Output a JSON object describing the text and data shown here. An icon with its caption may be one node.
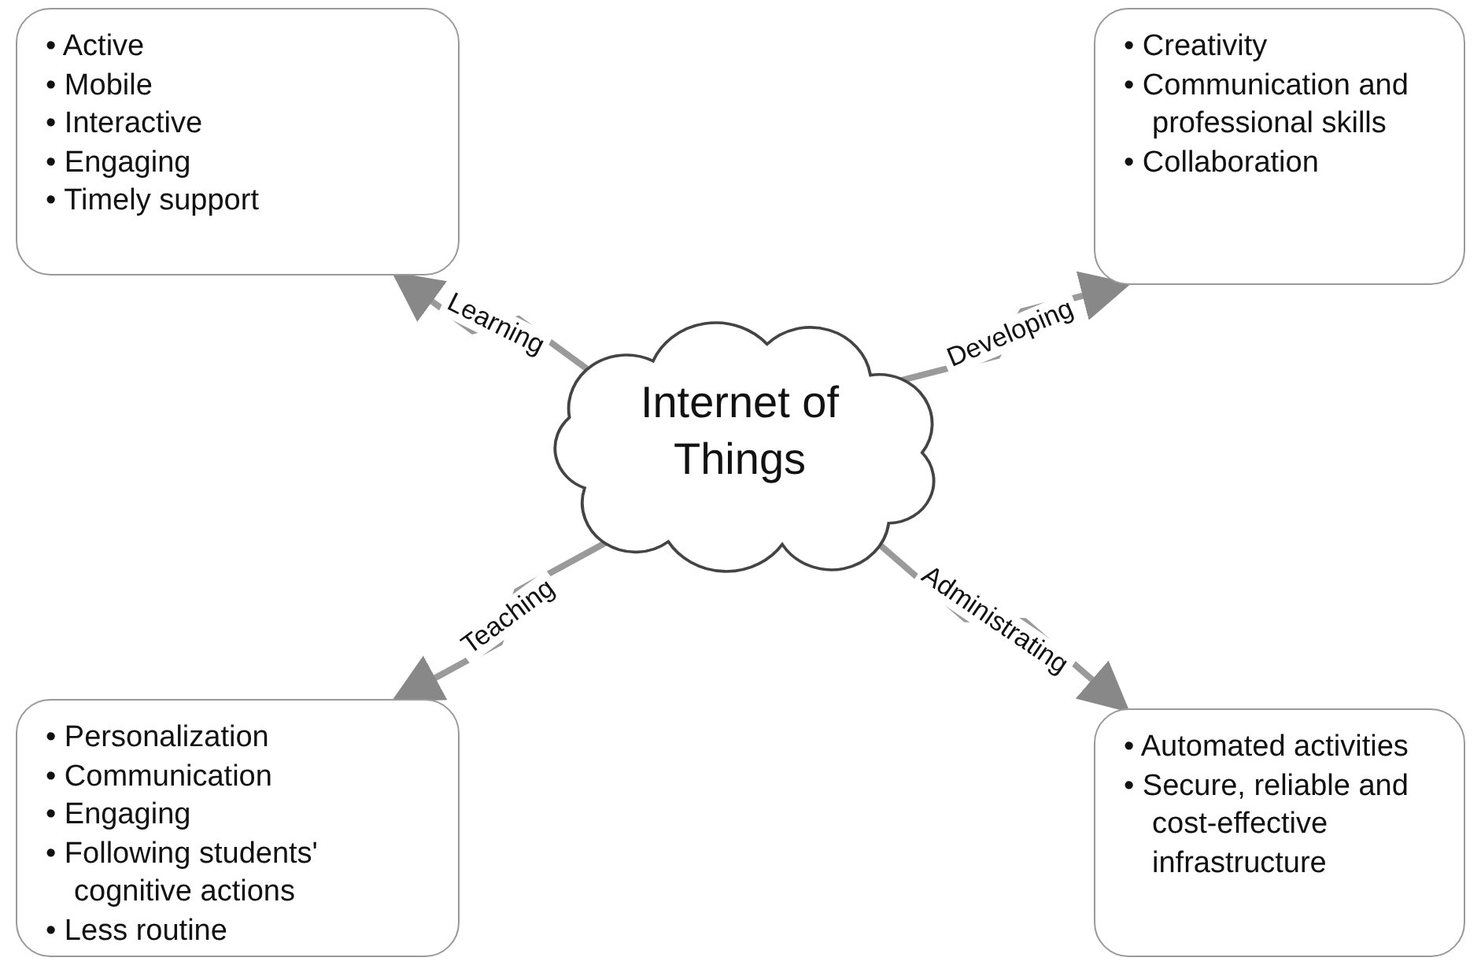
{
  "diagram": {
    "nodes": [
      {
        "text": [
          "• Active",
          "• Mobile",
          "• Interactive",
          "• Engaging",
          "• Timely support"
        ]
      },
      {
        "text": [
          "• Creativity",
          "• Communication and professional skills",
          "• Collaboration"
        ]
      },
      {
        "text": [
          "Internet of Things"
        ]
      },
      {
        "text": [
          "• Personalization",
          "• Communication",
          "• Engaging",
          "• Following students' cognitive actions",
          "• Less routine"
        ]
      },
      {
        "text": [
          "• Automated activities",
          "• Secure, reliable and cost-effective infrastructure"
        ]
      }
    ],
    "edges": [
      {
        "from": 2,
        "to": 0,
        "arrow": "to",
        "label": "Learning"
      },
      {
        "from": 2,
        "to": 1,
        "arrow": "to",
        "label": "Developing"
      },
      {
        "from": 2,
        "to": 3,
        "arrow": "to",
        "label": "Teaching"
      },
      {
        "from": 2,
        "to": 4,
        "arrow": "to",
        "label": "Administrating"
      }
    ]
  }
}
